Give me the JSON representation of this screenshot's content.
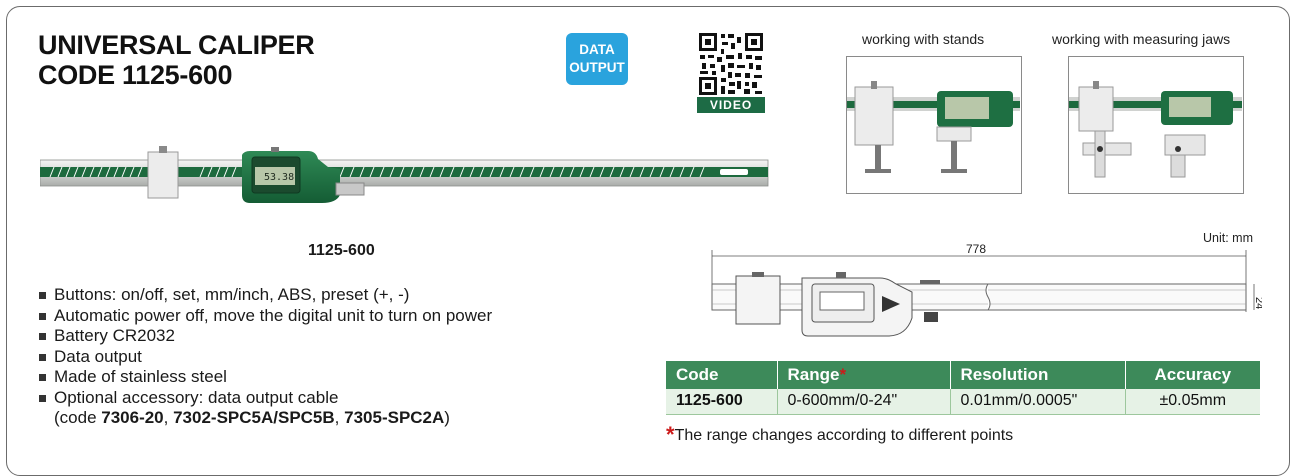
{
  "header": {
    "title_line1": "UNIVERSAL CALIPER",
    "title_line2": "CODE 1125-600"
  },
  "badges": {
    "data_output_line1": "DATA",
    "data_output_line2": "OUTPUT",
    "video_label": "VIDEO"
  },
  "images": {
    "caption_stands": "working with stands",
    "caption_jaws": "working with measuring jaws",
    "display_reading": "53.38",
    "model_label": "1125-600"
  },
  "features": {
    "items": [
      "Buttons: on/off, set, mm/inch,  ABS,  preset (+, -)",
      "Automatic power off, move the digital unit to turn on power",
      "Battery CR2032",
      "Data output",
      "Made of stainless steel",
      "Optional accessory: data output cable"
    ],
    "accessory_prefix": "(code ",
    "accessory_code1": "7306-20",
    "accessory_sep1": ", ",
    "accessory_code2": "7302-SPC5A/SPC5B",
    "accessory_sep2": ", ",
    "accessory_code3": "7305-SPC2A",
    "accessory_suffix": ")"
  },
  "diagram": {
    "unit_label": "Unit: mm",
    "length": "778",
    "height": "24"
  },
  "spec_table": {
    "headers": [
      "Code",
      "Range",
      "Resolution",
      "Accuracy"
    ],
    "range_star": "*",
    "row": {
      "code": "1125-600",
      "range": "0-600mm/0-24\"",
      "resolution": "0.01mm/0.0005\"",
      "accuracy": "±0.05mm"
    }
  },
  "footnote": {
    "star": "*",
    "text": "The range changes according to different points"
  },
  "colors": {
    "accent_green": "#3d8a5a",
    "badge_blue": "#2aa3dd",
    "star_red": "#cc1b1b"
  }
}
